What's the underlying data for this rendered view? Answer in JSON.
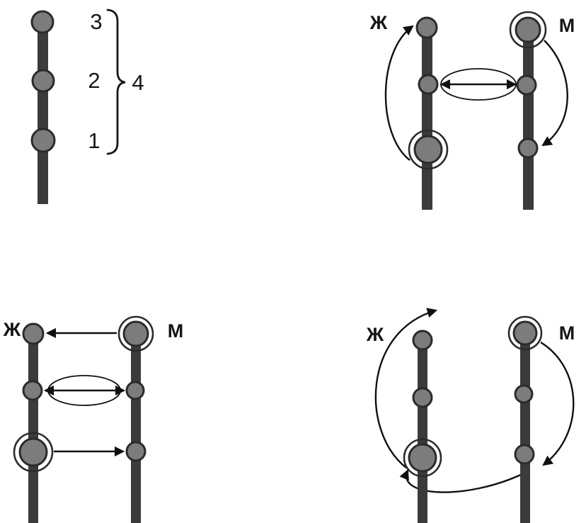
{
  "colors": {
    "background": "#ffffff",
    "stem": "#3b3b3b",
    "node_fill": "#7c7c7c",
    "node_stroke": "#2b2b2b",
    "line": "#101010",
    "text": "#161616"
  },
  "legend_panel": {
    "labels": {
      "top_node": "3",
      "middle_node": "2",
      "bottom_node": "1",
      "group": "4"
    }
  },
  "top_right_panel": {
    "female": "Ж",
    "male": "М"
  },
  "bottom_left_panel": {
    "female": "Ж",
    "male": "М"
  },
  "bottom_right_panel": {
    "female": "Ж",
    "male": "М"
  }
}
